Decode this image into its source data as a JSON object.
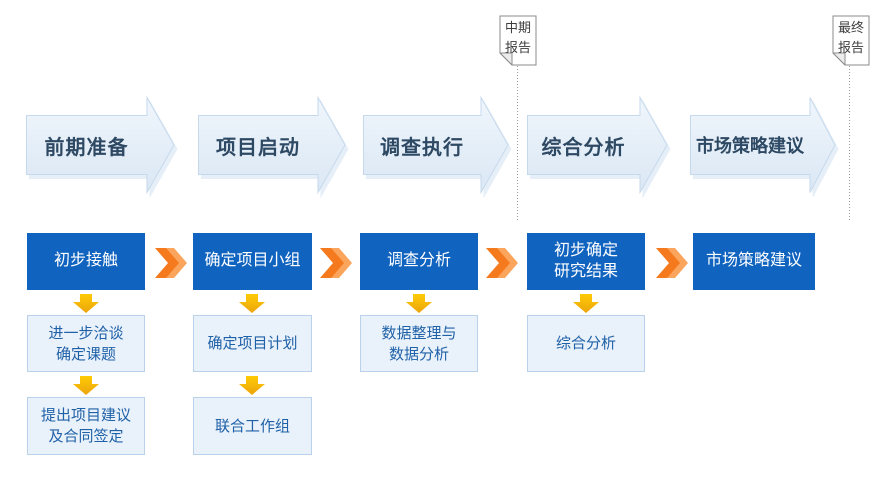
{
  "diagram": {
    "phases": [
      {
        "label": "前期准备"
      },
      {
        "label": "项目启动"
      },
      {
        "label": "调查执行"
      },
      {
        "label": "综合分析"
      },
      {
        "label": "市场策略建议"
      }
    ],
    "milestones": [
      {
        "label": "中期\n报告"
      },
      {
        "label": "最终\n报告"
      }
    ],
    "steps": [
      {
        "label": "初步接触"
      },
      {
        "label": "确定项目小组"
      },
      {
        "label": "调查分析"
      },
      {
        "label": "初步确定\n研究结果"
      },
      {
        "label": "市场策略建议"
      }
    ],
    "substeps": [
      {
        "label": "进一步洽谈\n确定课题"
      },
      {
        "label": "提出项目建议\n及合同签定"
      },
      {
        "label": "确定项目计划"
      },
      {
        "label": "联合工作组"
      },
      {
        "label": "数据整理与\n数据分析"
      },
      {
        "label": "综合分析"
      }
    ],
    "colors": {
      "background": "#FFFFFF",
      "phase_fill_top": "#F0F6FC",
      "phase_fill_bottom": "#DAE7F4",
      "phase_border": "#C6D9EC",
      "phase_text": "#2E4963",
      "step_blue": "#1063BF",
      "step_text": "#FFFFFF",
      "substep_bg": "#E9F1FA",
      "substep_border": "#B9D1E9",
      "substep_text": "#1F61A8",
      "chevron_orange": "#F5791D",
      "chevron_orange_light": "#FBA55C",
      "down_arrow_gold_top": "#FECB05",
      "down_arrow_gold_bottom": "#ECA40B",
      "note_border": "#8B8B8B",
      "connector_dots": "#9B9B9B"
    }
  }
}
